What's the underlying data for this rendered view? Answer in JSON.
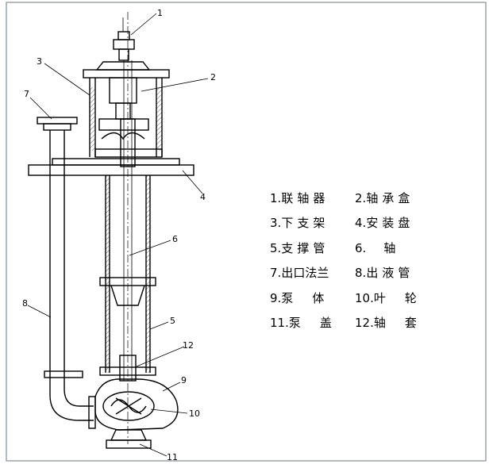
{
  "callouts": {
    "n1": "1",
    "n2": "2",
    "n3": "3",
    "n4": "4",
    "n5": "5",
    "n6": "6",
    "n7": "7",
    "n8": "8",
    "n9": "9",
    "n10": "10",
    "n11": "11",
    "n12": "12"
  },
  "legend": [
    {
      "number": "1.",
      "label": "联轴器"
    },
    {
      "number": "2.",
      "label": "轴承盒"
    },
    {
      "number": "3.",
      "label": "下支架"
    },
    {
      "number": "4.",
      "label": "安装盘"
    },
    {
      "number": "5.",
      "label": "支撑管"
    },
    {
      "number": "6.",
      "label": "轴"
    },
    {
      "number": "7.",
      "label": "出口法兰"
    },
    {
      "number": "8.",
      "label": "出液管"
    },
    {
      "number": "9.",
      "label": "泵体"
    },
    {
      "number": "10.",
      "label": "叶轮"
    },
    {
      "number": "11.",
      "label": "泵盖"
    },
    {
      "number": "12.",
      "label": "轴套"
    }
  ],
  "colors": {
    "line": "#000000",
    "background": "#ffffff",
    "border": "#9aa3ad"
  }
}
